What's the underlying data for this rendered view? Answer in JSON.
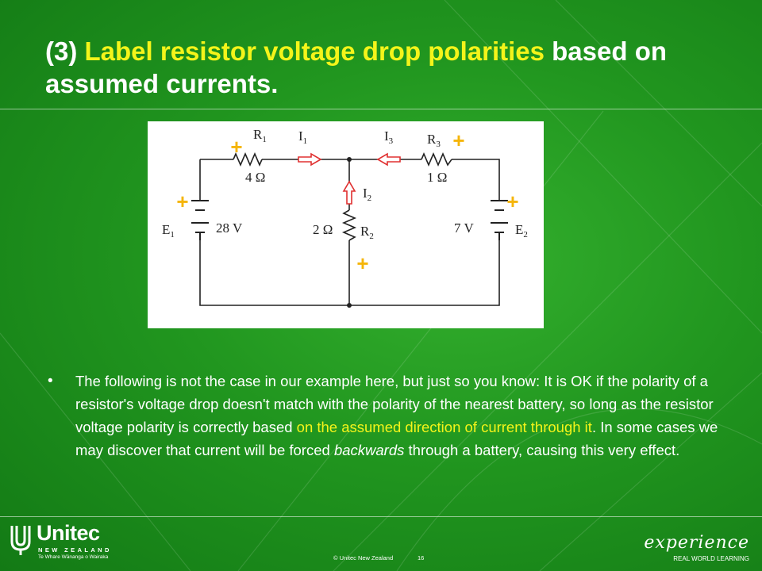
{
  "slide": {
    "title_prefix": "(3) ",
    "title_highlight": "Label resistor voltage drop polarities",
    "title_suffix": " based on assumed currents.",
    "bullet_symbol": "•",
    "bullet": {
      "part1": "The following is not the case in our example here, but just so you know: It is OK if the polarity of a resistor's voltage drop doesn't match with the polarity of the nearest battery, so long as the resistor voltage polarity is correctly based ",
      "highlight": "on the assumed direction of current through it",
      "part2": ". In some cases we may discover that current will be forced ",
      "emphasis": "backwards",
      "part3": " through a battery, causing this very effect."
    }
  },
  "circuit": {
    "R1_name": "R",
    "R1_sub": "1",
    "R1_value": "4 Ω",
    "R2_name": "R",
    "R2_sub": "2",
    "R2_value": "2 Ω",
    "R3_name": "R",
    "R3_sub": "3",
    "R3_value": "1 Ω",
    "E1_name": "E",
    "E1_sub": "1",
    "E1_value": "28 V",
    "E2_name": "E",
    "E2_sub": "2",
    "E2_value": "7 V",
    "I1_name": "I",
    "I1_sub": "1",
    "I2_name": "I",
    "I2_sub": "2",
    "I3_name": "I",
    "I3_sub": "3",
    "plus": "+",
    "plus_color": "#f5b50a",
    "arrow_color": "#e03030"
  },
  "footer": {
    "logo_name": "Unitec",
    "logo_sub1": "NEW ZEALAND",
    "logo_sub2": "Te Whare Wānanga o Wairaka",
    "copyright": "© Unitec New Zealand",
    "page_number": "16",
    "brand_word": "experience",
    "brand_tagline": "REAL WORLD LEARNING"
  },
  "colors": {
    "background": "#21961f",
    "title_highlight": "#f4f41a"
  }
}
